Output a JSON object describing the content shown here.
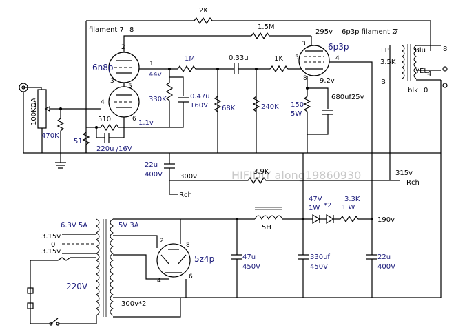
{
  "watermark": "HIFIDIY along19860930",
  "tubes": {
    "input": "6n8p",
    "output": "6p3p",
    "rectifier": "5z4p"
  },
  "labels": {
    "filament7": "filament 7",
    "pin8a": "8",
    "fb_res": "2K",
    "r_15m": "1.5M",
    "v295": "295v",
    "fil2": "6p3p filament 2",
    "pin7b": "7",
    "cap033": "0.33u",
    "r_1m": "1MI",
    "r_1k": "1K",
    "v44": "44v",
    "r330k": "330K",
    "c047": "0.47u",
    "v160": "160V",
    "r68k": "68K",
    "r240k": "240K",
    "r150": "150",
    "r5w": "5W",
    "v92": "9.2v",
    "c680": "680uf25v",
    "r510": "510",
    "v11": "1.1v",
    "c220": "220u /16V",
    "r51": "51",
    "pot": "100KΩA",
    "r470k": "470K",
    "c22u_a": "22u",
    "v400a": "400V",
    "v300": "300v",
    "rch1": "Rch",
    "r39k": "3.9K",
    "v315": "315v",
    "rch2": "Rch",
    "ot_lp": "LP",
    "ot_35k": "3.5K",
    "ot_b": "B",
    "blu": "Blu",
    "yel": "YEL",
    "blk": "blk",
    "out8": "8",
    "out4": "4",
    "out0": "0",
    "t_63": "6.3V 5A",
    "t_315a": "3.15v",
    "t_0": "0",
    "t_315b": "3.15v",
    "t_220": "220V",
    "t_5v": "5V 3A",
    "t_300": "300v*2",
    "choke": "5H",
    "c47u": "47u",
    "v450a": "450V",
    "c330": "330uf",
    "v450b": "450V",
    "r47v": "47V",
    "r1w": "1W",
    "x2": "*2",
    "r33k": "3.3K",
    "r1w2": "1 W",
    "v190": "190v",
    "c22u_b": "22u",
    "v400b": "400V"
  },
  "pins": {
    "p2": "2",
    "p3": "3",
    "p1": "1",
    "p4": "4",
    "p5": "5",
    "p6": "6",
    "q3": "3",
    "q5": "5",
    "q8": "8",
    "q4": "4",
    "r2": "2",
    "r8": "8",
    "r4": "4",
    "r6": "6"
  }
}
